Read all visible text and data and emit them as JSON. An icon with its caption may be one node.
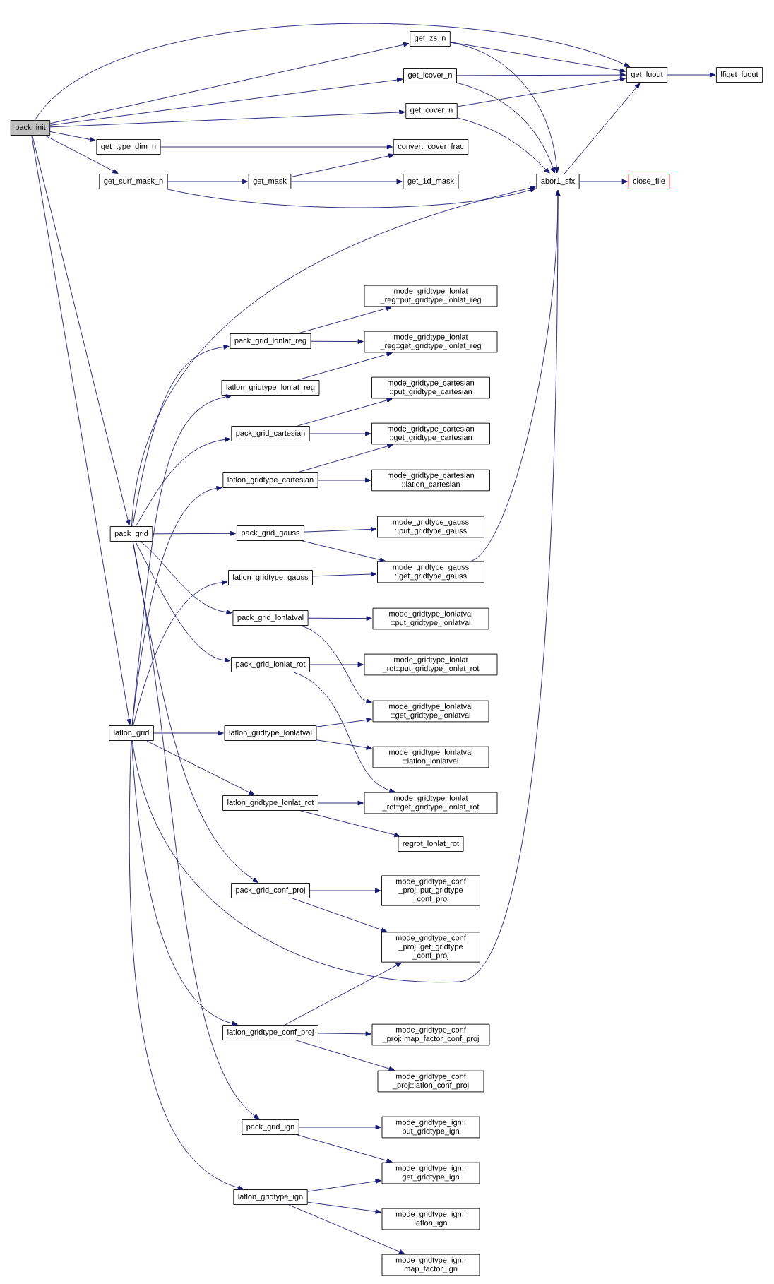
{
  "diagram": {
    "nodes": [
      {
        "text": [
          "pack_init"
        ]
      },
      {
        "text": [
          "get_zs_n"
        ]
      },
      {
        "text": [
          "get_lcover_n"
        ]
      },
      {
        "text": [
          "get_cover_n"
        ]
      },
      {
        "text": [
          "get_type_dim_n"
        ]
      },
      {
        "text": [
          "get_surf_mask_n"
        ]
      },
      {
        "text": [
          "get_luout"
        ]
      },
      {
        "text": [
          "lfiget_luout"
        ]
      },
      {
        "text": [
          "convert_cover_frac"
        ]
      },
      {
        "text": [
          "get_mask"
        ]
      },
      {
        "text": [
          "get_1d_mask"
        ]
      },
      {
        "text": [
          "abor1_sfx"
        ]
      },
      {
        "text": [
          "close_file"
        ]
      },
      {
        "text": [
          "pack_grid"
        ]
      },
      {
        "text": [
          "latlon_grid"
        ]
      },
      {
        "text": [
          "pack_grid_lonlat_reg"
        ]
      },
      {
        "text": [
          "latlon_gridtype_lonlat_reg"
        ]
      },
      {
        "text": [
          "pack_grid_cartesian"
        ]
      },
      {
        "text": [
          "latlon_gridtype_cartesian"
        ]
      },
      {
        "text": [
          "pack_grid_gauss"
        ]
      },
      {
        "text": [
          "latlon_gridtype_gauss"
        ]
      },
      {
        "text": [
          "pack_grid_lonlatval"
        ]
      },
      {
        "text": [
          "pack_grid_lonlat_rot"
        ]
      },
      {
        "text": [
          "latlon_gridtype_lonlatval"
        ]
      },
      {
        "text": [
          "latlon_gridtype_lonlat_rot"
        ]
      },
      {
        "text": [
          "pack_grid_conf_proj"
        ]
      },
      {
        "text": [
          "latlon_gridtype_conf_proj"
        ]
      },
      {
        "text": [
          "pack_grid_ign"
        ]
      },
      {
        "text": [
          "latlon_gridtype_ign"
        ]
      },
      {
        "text": [
          "mode_gridtype_lonlat _reg::put_gridtype_lonlat_reg"
        ]
      },
      {
        "text": [
          "mode_gridtype_lonlat _reg::get_gridtype_lonlat_reg"
        ]
      },
      {
        "text": [
          "mode_gridtype_cartesian ::put_gridtype_cartesian"
        ]
      },
      {
        "text": [
          "mode_gridtype_cartesian ::get_gridtype_cartesian"
        ]
      },
      {
        "text": [
          "mode_gridtype_cartesian ::latlon_cartesian"
        ]
      },
      {
        "text": [
          "mode_gridtype_gauss ::put_gridtype_gauss"
        ]
      },
      {
        "text": [
          "mode_gridtype_gauss ::get_gridtype_gauss"
        ]
      },
      {
        "text": [
          "mode_gridtype_lonlatval ::put_gridtype_lonlatval"
        ]
      },
      {
        "text": [
          "mode_gridtype_lonlat _rot::put_gridtype_lonlat_rot"
        ]
      },
      {
        "text": [
          "mode_gridtype_lonlatval ::get_gridtype_lonlatval"
        ]
      },
      {
        "text": [
          "mode_gridtype_lonlatval ::latlon_lonlatval"
        ]
      },
      {
        "text": [
          "mode_gridtype_lonlat _rot::get_gridtype_lonlat_rot"
        ]
      },
      {
        "text": [
          "regrot_lonlat_rot"
        ]
      },
      {
        "text": [
          "mode_gridtype_conf _proj::put_gridtype _conf_proj"
        ]
      },
      {
        "text": [
          "mode_gridtype_conf _proj::get_gridtype _conf_proj"
        ]
      },
      {
        "text": [
          "mode_gridtype_conf _proj::map_factor_conf_proj"
        ]
      },
      {
        "text": [
          "mode_gridtype_conf _proj::latlon_conf_proj"
        ]
      },
      {
        "text": [
          "mode_gridtype_ign:: put_gridtype_ign"
        ]
      },
      {
        "text": [
          "mode_gridtype_ign:: get_gridtype_ign"
        ]
      },
      {
        "text": [
          "mode_gridtype_ign:: latlon_ign"
        ]
      },
      {
        "text": [
          "mode_gridtype_ign:: map_factor_ign"
        ]
      }
    ],
    "edges": [
      {
        "from": 0,
        "to": 6,
        "arrow": "to"
      },
      {
        "from": 0,
        "to": 1,
        "arrow": "to"
      },
      {
        "from": 0,
        "to": 2,
        "arrow": "to"
      },
      {
        "from": 0,
        "to": 3,
        "arrow": "to"
      },
      {
        "from": 0,
        "to": 4,
        "arrow": "to"
      },
      {
        "from": 0,
        "to": 5,
        "arrow": "to"
      },
      {
        "from": 0,
        "to": 13,
        "arrow": "to"
      },
      {
        "from": 0,
        "to": 14,
        "arrow": "to"
      },
      {
        "from": 1,
        "to": 6,
        "arrow": "to"
      },
      {
        "from": 1,
        "to": 11,
        "arrow": "to"
      },
      {
        "from": 2,
        "to": 6,
        "arrow": "to"
      },
      {
        "from": 2,
        "to": 11,
        "arrow": "to"
      },
      {
        "from": 3,
        "to": 6,
        "arrow": "to"
      },
      {
        "from": 3,
        "to": 11,
        "arrow": "to"
      },
      {
        "from": 4,
        "to": 8,
        "arrow": "to"
      },
      {
        "from": 5,
        "to": 9,
        "arrow": "to"
      },
      {
        "from": 5,
        "to": 11,
        "arrow": "to"
      },
      {
        "from": 9,
        "to": 8,
        "arrow": "to"
      },
      {
        "from": 9,
        "to": 10,
        "arrow": "to"
      },
      {
        "from": 6,
        "to": 7,
        "arrow": "to"
      },
      {
        "from": 11,
        "to": 6,
        "arrow": "to"
      },
      {
        "from": 11,
        "to": 12,
        "arrow": "to"
      },
      {
        "from": 13,
        "to": 11,
        "arrow": "to"
      },
      {
        "from": 13,
        "to": 15,
        "arrow": "to"
      },
      {
        "from": 13,
        "to": 17,
        "arrow": "to"
      },
      {
        "from": 13,
        "to": 19,
        "arrow": "to"
      },
      {
        "from": 13,
        "to": 21,
        "arrow": "to"
      },
      {
        "from": 13,
        "to": 22,
        "arrow": "to"
      },
      {
        "from": 13,
        "to": 25,
        "arrow": "to"
      },
      {
        "from": 13,
        "to": 27,
        "arrow": "to"
      },
      {
        "from": 14,
        "to": 16,
        "arrow": "to"
      },
      {
        "from": 14,
        "to": 18,
        "arrow": "to"
      },
      {
        "from": 14,
        "to": 20,
        "arrow": "to"
      },
      {
        "from": 14,
        "to": 23,
        "arrow": "to"
      },
      {
        "from": 14,
        "to": 24,
        "arrow": "to"
      },
      {
        "from": 14,
        "to": 26,
        "arrow": "to"
      },
      {
        "from": 14,
        "to": 28,
        "arrow": "to"
      },
      {
        "from": 14,
        "to": 11,
        "arrow": "to"
      },
      {
        "from": 15,
        "to": 29,
        "arrow": "to"
      },
      {
        "from": 15,
        "to": 30,
        "arrow": "to"
      },
      {
        "from": 16,
        "to": 30,
        "arrow": "to"
      },
      {
        "from": 17,
        "to": 31,
        "arrow": "to"
      },
      {
        "from": 17,
        "to": 32,
        "arrow": "to"
      },
      {
        "from": 18,
        "to": 32,
        "arrow": "to"
      },
      {
        "from": 18,
        "to": 33,
        "arrow": "to"
      },
      {
        "from": 19,
        "to": 34,
        "arrow": "to"
      },
      {
        "from": 19,
        "to": 35,
        "arrow": "to"
      },
      {
        "from": 20,
        "to": 35,
        "arrow": "to"
      },
      {
        "from": 35,
        "to": 11,
        "arrow": "to"
      },
      {
        "from": 21,
        "to": 36,
        "arrow": "to"
      },
      {
        "from": 21,
        "to": 38,
        "arrow": "to"
      },
      {
        "from": 22,
        "to": 37,
        "arrow": "to"
      },
      {
        "from": 22,
        "to": 40,
        "arrow": "to"
      },
      {
        "from": 23,
        "to": 38,
        "arrow": "to"
      },
      {
        "from": 23,
        "to": 39,
        "arrow": "to"
      },
      {
        "from": 24,
        "to": 40,
        "arrow": "to"
      },
      {
        "from": 24,
        "to": 41,
        "arrow": "to"
      },
      {
        "from": 25,
        "to": 42,
        "arrow": "to"
      },
      {
        "from": 25,
        "to": 43,
        "arrow": "to"
      },
      {
        "from": 26,
        "to": 43,
        "arrow": "to"
      },
      {
        "from": 26,
        "to": 44,
        "arrow": "to"
      },
      {
        "from": 26,
        "to": 45,
        "arrow": "to"
      },
      {
        "from": 27,
        "to": 46,
        "arrow": "to"
      },
      {
        "from": 27,
        "to": 47,
        "arrow": "to"
      },
      {
        "from": 28,
        "to": 47,
        "arrow": "to"
      },
      {
        "from": 28,
        "to": 48,
        "arrow": "to"
      },
      {
        "from": 28,
        "to": 49,
        "arrow": "to"
      }
    ]
  }
}
